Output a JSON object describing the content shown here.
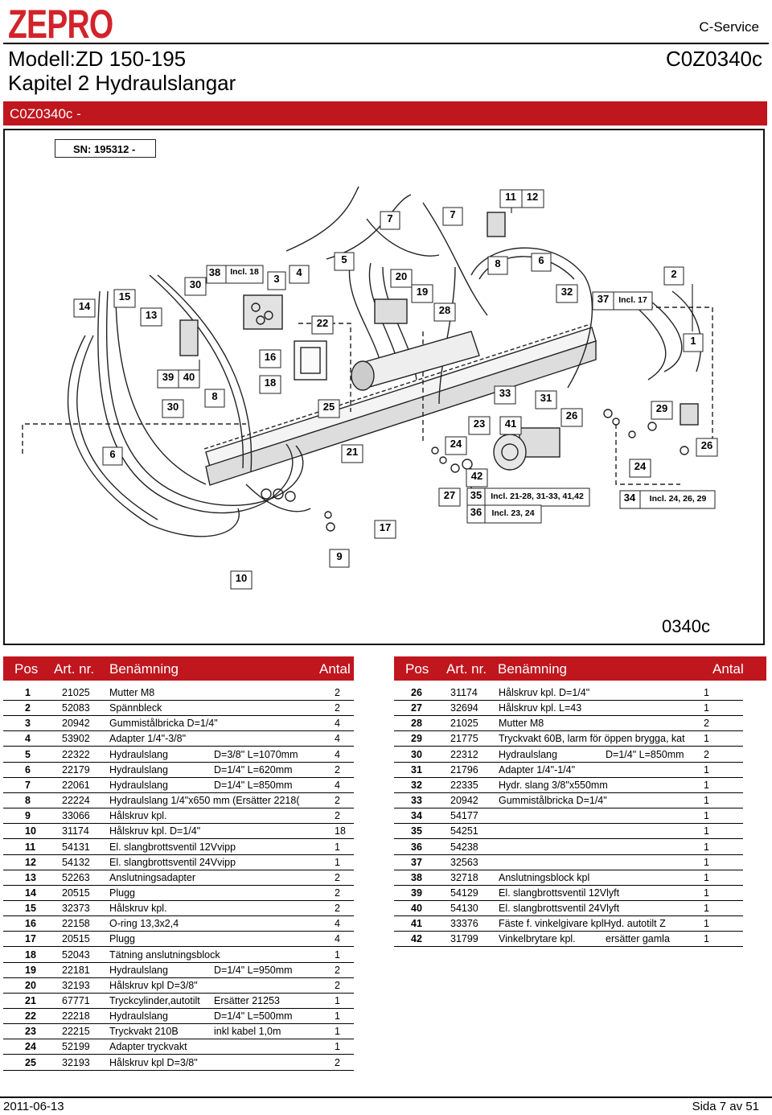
{
  "header": {
    "logo": "ZEPRO",
    "service": "C-Service",
    "model": "Modell:ZD 150-195",
    "chapter": "Kapitel 2 Hydraulslangar",
    "doc_code": "C0Z0340c",
    "bar_title": "C0Z0340c -"
  },
  "figure": {
    "sn_label": "SN: 195312 -",
    "figure_code": "0340c",
    "callouts": [
      "11",
      "12",
      "7",
      "7",
      "5",
      "38",
      "Incl. 18",
      "3",
      "4",
      "20",
      "19",
      "28",
      "8",
      "6",
      "32",
      "37",
      "Incl. 17",
      "2",
      "1",
      "14",
      "15",
      "13",
      "30",
      "22",
      "16",
      "18",
      "39",
      "40",
      "30",
      "8",
      "25",
      "21",
      "6",
      "33",
      "31",
      "26",
      "29",
      "26",
      "23",
      "41",
      "24",
      "24",
      "42",
      "27",
      "35",
      "Incl. 21-28, 31-33, 41,42",
      "36",
      "Incl. 23, 24",
      "34",
      "Incl. 24, 26, 29",
      "17",
      "9",
      "10"
    ]
  },
  "table_headers": {
    "pos": "Pos",
    "art": "Art. nr.",
    "name": "Benämning",
    "qty": "Antal"
  },
  "left_rows": [
    {
      "pos": "1",
      "art": "21025",
      "name": "Mutter M8",
      "qty": "2"
    },
    {
      "pos": "2",
      "art": "52083",
      "name": "Spännbleck",
      "qty": "2"
    },
    {
      "pos": "3",
      "art": "20942",
      "name": "Gummistålbricka D=1/4\"",
      "qty": "4"
    },
    {
      "pos": "4",
      "art": "53902",
      "name": "Adapter 1/4\"-3/8\"",
      "qty": "4"
    },
    {
      "pos": "5",
      "art": "22322",
      "name": "Hydraulslang",
      "spec": "D=3/8\" L=1070mm",
      "qty": "4"
    },
    {
      "pos": "6",
      "art": "22179",
      "name": "Hydraulslang",
      "spec": "D=1/4\" L=620mm",
      "qty": "2"
    },
    {
      "pos": "7",
      "art": "22061",
      "name": "Hydraulslang",
      "spec": "D=1/4\" L=850mm",
      "qty": "4"
    },
    {
      "pos": "8",
      "art": "22224",
      "name": "Hydraulslang 1/4\"x650 mm (Ersätter 2218(",
      "qty": "2"
    },
    {
      "pos": "9",
      "art": "33066",
      "name": "Hålskruv kpl.",
      "qty": "2"
    },
    {
      "pos": "10",
      "art": "31174",
      "name": "Hålskruv kpl. D=1/4\"",
      "qty": "18"
    },
    {
      "pos": "11",
      "art": "54131",
      "name": "El. slangbrottsventil 12Vvipp",
      "qty": "1"
    },
    {
      "pos": "12",
      "art": "54132",
      "name": "El. slangbrottsventil 24Vvipp",
      "qty": "1"
    },
    {
      "pos": "13",
      "art": "52263",
      "name": "Anslutningsadapter",
      "qty": "2"
    },
    {
      "pos": "14",
      "art": "20515",
      "name": "Plugg",
      "qty": "2"
    },
    {
      "pos": "15",
      "art": "32373",
      "name": "Hålskruv kpl.",
      "qty": "2"
    },
    {
      "pos": "16",
      "art": "22158",
      "name": "O-ring 13,3x2,4",
      "qty": "4"
    },
    {
      "pos": "17",
      "art": "20515",
      "name": "Plugg",
      "qty": "4"
    },
    {
      "pos": "18",
      "art": "52043",
      "name": "Tätning anslutningsblock",
      "qty": "1"
    },
    {
      "pos": "19",
      "art": "22181",
      "name": "Hydraulslang",
      "spec": "D=1/4\" L=950mm",
      "qty": "2"
    },
    {
      "pos": "20",
      "art": "32193",
      "name": "Hålskruv kpl  D=3/8\"",
      "qty": "2"
    },
    {
      "pos": "21",
      "art": "67771",
      "name": "Tryckcylinder,autotilt",
      "spec": "Ersätter 21253",
      "qty": "1"
    },
    {
      "pos": "22",
      "art": "22218",
      "name": "Hydraulslang",
      "spec": "D=1/4\" L=500mm",
      "qty": "1"
    },
    {
      "pos": "23",
      "art": "22215",
      "name": "Tryckvakt 210B",
      "spec": "inkl kabel 1,0m",
      "qty": "1"
    },
    {
      "pos": "24",
      "art": "52199",
      "name": "Adapter tryckvakt",
      "qty": "1"
    },
    {
      "pos": "25",
      "art": "32193",
      "name": "Hålskruv kpl  D=3/8\"",
      "qty": "2"
    }
  ],
  "right_rows": [
    {
      "pos": "26",
      "art": "31174",
      "name": "Hålskruv kpl. D=1/4\"",
      "qty": "1"
    },
    {
      "pos": "27",
      "art": "32694",
      "name": "Hålskruv kpl. L=43",
      "qty": "1"
    },
    {
      "pos": "28",
      "art": "21025",
      "name": "Mutter M8",
      "qty": "2"
    },
    {
      "pos": "29",
      "art": "21775",
      "name": "Tryckvakt 60B, larm för  öppen brygga, kat",
      "qty": "1"
    },
    {
      "pos": "30",
      "art": "22312",
      "name": "Hydraulslang",
      "spec": "D=1/4\" L=850mm",
      "qty": "2"
    },
    {
      "pos": "31",
      "art": "21796",
      "name": "Adapter 1/4\"-1/4\"",
      "qty": "1"
    },
    {
      "pos": "32",
      "art": "22335",
      "name": "Hydr. slang 3/8\"x550mm",
      "qty": "1"
    },
    {
      "pos": "33",
      "art": "20942",
      "name": "Gummistålbricka D=1/4\"",
      "qty": "1"
    },
    {
      "pos": "34",
      "art": "54177",
      "name": "",
      "qty": "1"
    },
    {
      "pos": "35",
      "art": "54251",
      "name": "",
      "qty": "1"
    },
    {
      "pos": "36",
      "art": "54238",
      "name": "",
      "qty": "1"
    },
    {
      "pos": "37",
      "art": "32563",
      "name": "",
      "qty": "1"
    },
    {
      "pos": "38",
      "art": "32718",
      "name": "Anslutningsblock kpl",
      "qty": "1"
    },
    {
      "pos": "39",
      "art": "54129",
      "name": "El. slangbrottsventil 12Vlyft",
      "qty": "1"
    },
    {
      "pos": "40",
      "art": "54130",
      "name": "El. slangbrottsventil 24Vlyft",
      "qty": "1"
    },
    {
      "pos": "41",
      "art": "33376",
      "name": "Fäste f. vinkelgivare kplHyd. autotilt Z",
      "qty": "1"
    },
    {
      "pos": "42",
      "art": "31799",
      "name": "Vinkelbrytare kpl.",
      "spec": "ersätter gamla",
      "qty": "1"
    }
  ],
  "footer": {
    "date": "2011-06-13",
    "page": "Sida 7 av 51"
  },
  "colors": {
    "brand_red": "#c0161e",
    "logo_red": "#d2232a"
  }
}
